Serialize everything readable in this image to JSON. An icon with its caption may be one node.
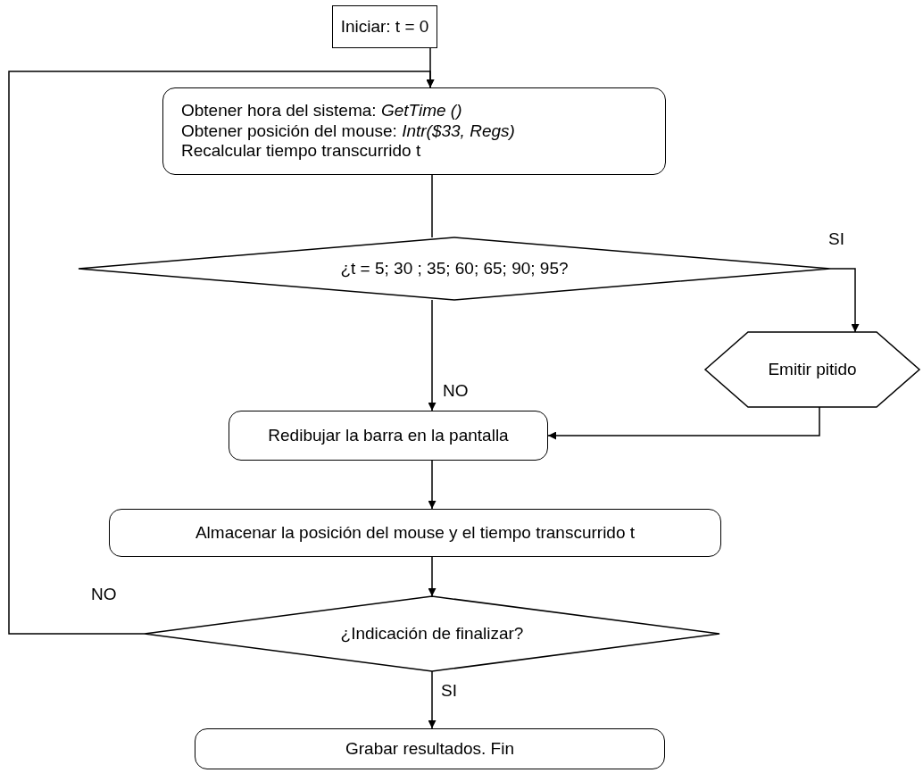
{
  "diagram": {
    "nodes": [
      {
        "text": [
          "Iniciar: t = 0"
        ]
      },
      {
        "text": [
          "Obtener hora del sistema: *GetTime ()*",
          "Obtener posición del mouse: *Intr($33, Regs)*",
          "Recalcular tiempo transcurrido t"
        ]
      },
      {
        "text": [
          "¿t = 5; 30 ; 35; 60; 65; 90; 95?"
        ]
      },
      {
        "text": [
          "Emitir pitido"
        ]
      },
      {
        "text": [
          "Redibujar la barra en la pantalla"
        ]
      },
      {
        "text": [
          "Almacenar la posición del mouse y el tiempo transcurrido t"
        ]
      },
      {
        "text": [
          "¿Indicación de finalizar?"
        ]
      },
      {
        "text": [
          "Grabar resultados. Fin"
        ]
      }
    ],
    "edges": [
      {
        "from": 0,
        "to": 1,
        "arrow": "to"
      },
      {
        "from": 1,
        "to": 2,
        "arrow": "none"
      },
      {
        "from": 2,
        "to": 3,
        "arrow": "to",
        "label": "SI"
      },
      {
        "from": 2,
        "to": 4,
        "arrow": "to",
        "label": "NO"
      },
      {
        "from": 3,
        "to": 4,
        "arrow": "to"
      },
      {
        "from": 4,
        "to": 5,
        "arrow": "to"
      },
      {
        "from": 5,
        "to": 6,
        "arrow": "to"
      },
      {
        "from": 6,
        "to": 7,
        "arrow": "to",
        "label": "SI"
      },
      {
        "from": 6,
        "to": 1,
        "arrow": "to",
        "label": "NO"
      }
    ]
  }
}
